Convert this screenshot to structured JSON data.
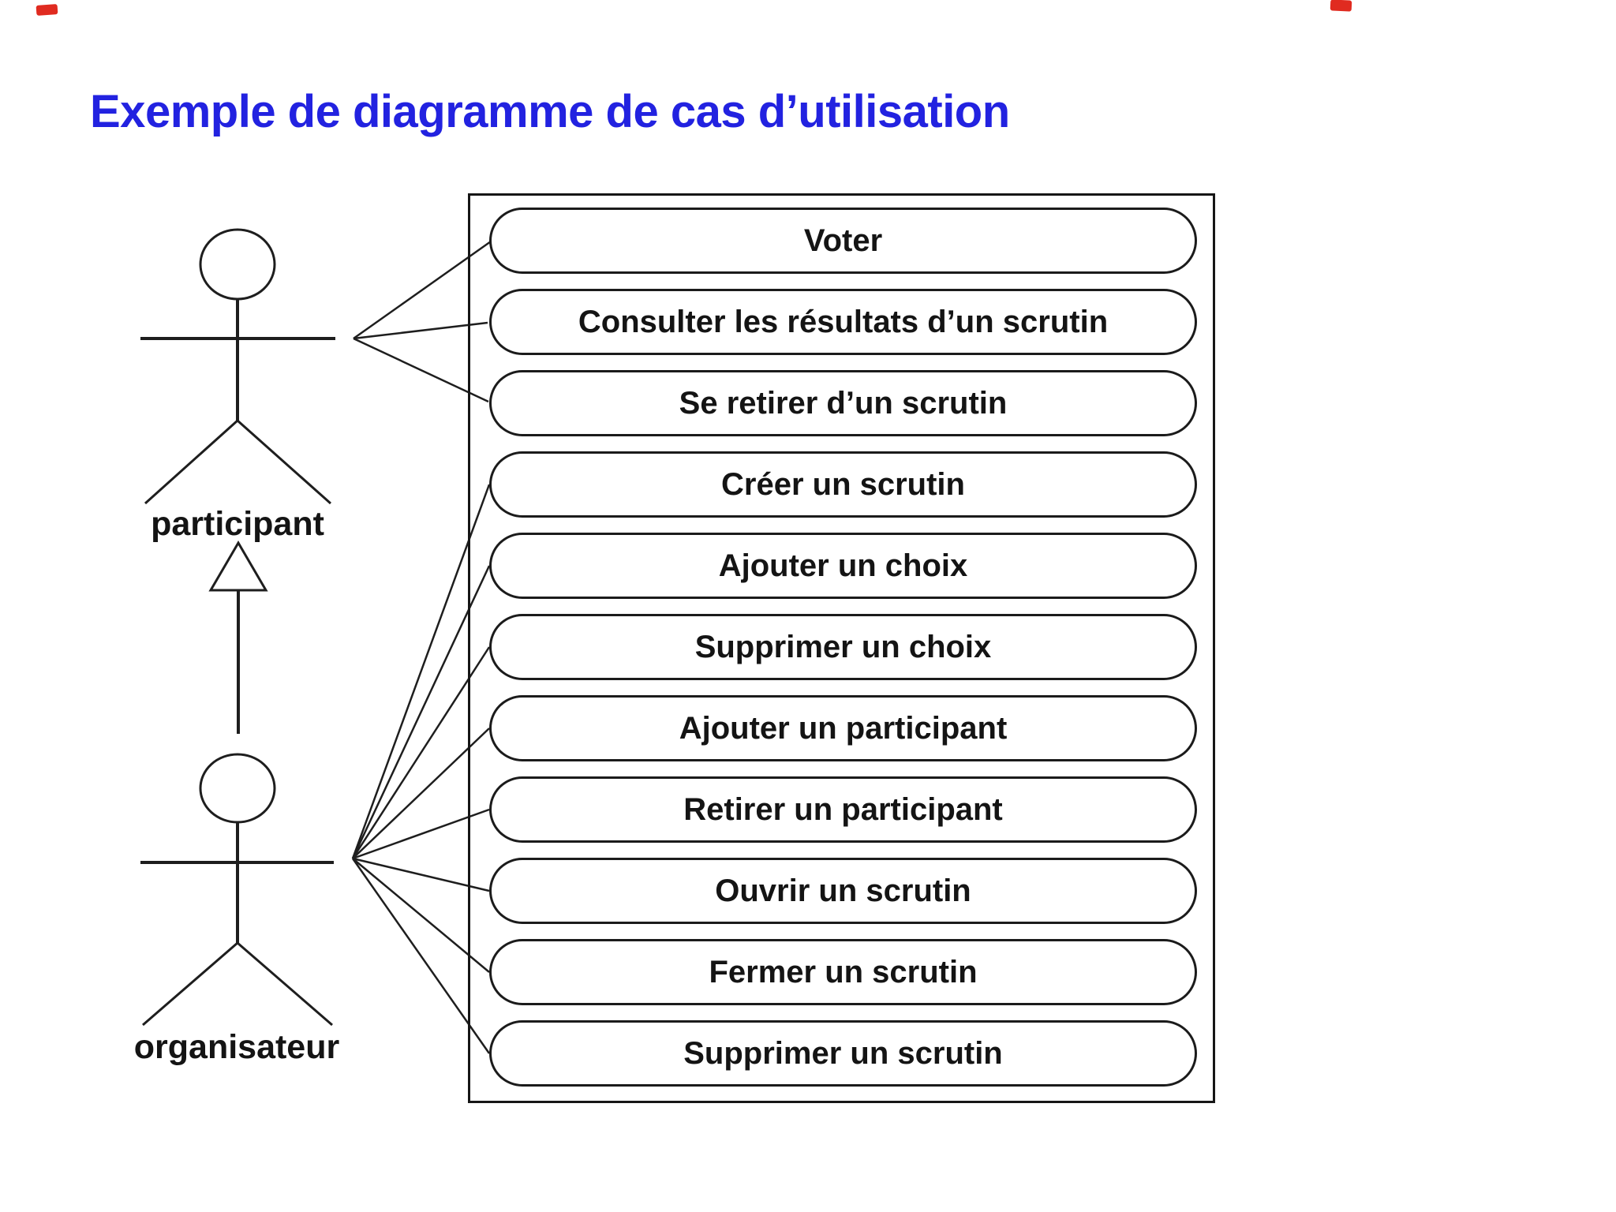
{
  "title": "Exemple de diagramme de cas d’utilisation",
  "colors": {
    "title_blue": "#2222e0",
    "diagram_black": "#1e1e1e",
    "red_mark": "#e02b20",
    "background": "#ffffff"
  },
  "actors": [
    {
      "id": "participant",
      "label": "participant"
    },
    {
      "id": "organisateur",
      "label": "organisateur"
    }
  ],
  "generalization": {
    "from": "organisateur",
    "to": "participant"
  },
  "use_cases": [
    {
      "label": "Voter",
      "actor": "participant"
    },
    {
      "label": "Consulter les résultats d’un scrutin",
      "actor": "participant"
    },
    {
      "label": "Se retirer d’un scrutin",
      "actor": "participant"
    },
    {
      "label": "Créer un scrutin",
      "actor": "organisateur"
    },
    {
      "label": "Ajouter un choix",
      "actor": "organisateur"
    },
    {
      "label": "Supprimer un choix",
      "actor": "organisateur"
    },
    {
      "label": "Ajouter un participant",
      "actor": "organisateur"
    },
    {
      "label": "Retirer un participant",
      "actor": "organisateur"
    },
    {
      "label": "Ouvrir un scrutin",
      "actor": "organisateur"
    },
    {
      "label": "Fermer un scrutin",
      "actor": "organisateur"
    },
    {
      "label": "Supprimer un scrutin",
      "actor": "organisateur"
    }
  ],
  "associations": {
    "participant": [
      0,
      1,
      2
    ],
    "organisateur": [
      3,
      4,
      5,
      6,
      7,
      8,
      9,
      10
    ]
  }
}
